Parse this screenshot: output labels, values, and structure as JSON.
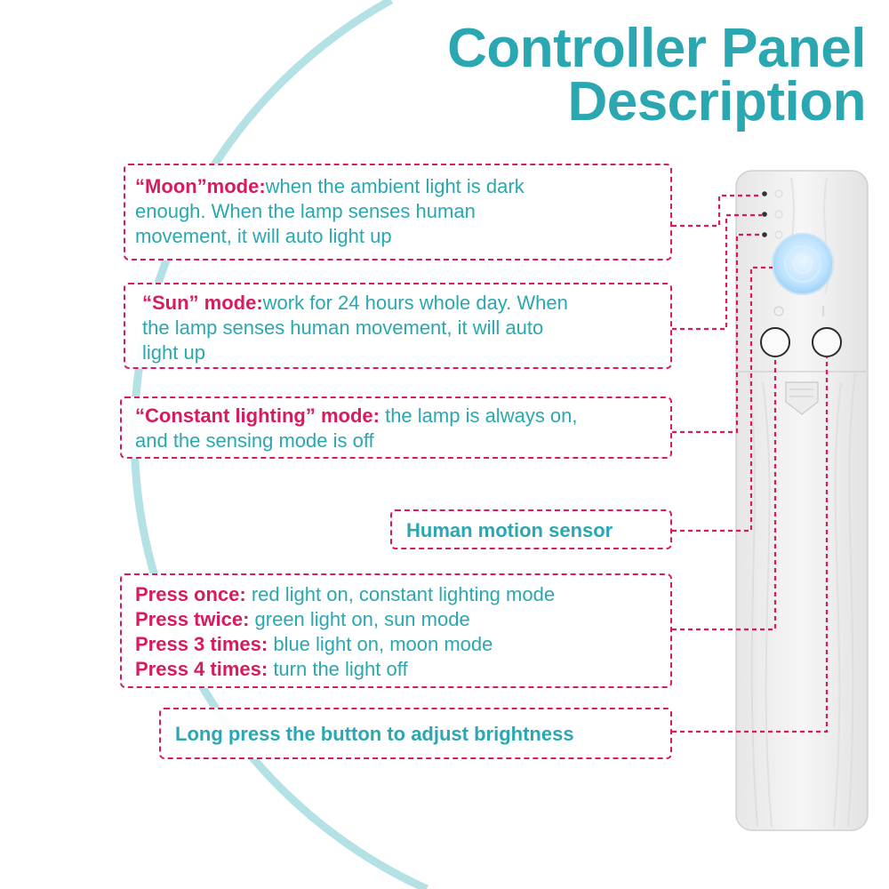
{
  "colors": {
    "title": "#2aa7b0",
    "keyword": "#d81b60",
    "body_text": "#2aa7b0",
    "dashed_border": "#d81b60",
    "arc": "#b3e1e4"
  },
  "title": {
    "line1": "Controller Panel",
    "line2": "Description"
  },
  "callouts": {
    "moon": {
      "keyword": "“Moon”mode:",
      "line1_rest": "when the ambient light is dark",
      "line2": "enough. When the lamp senses human",
      "line3": "movement, it will auto light up"
    },
    "sun": {
      "keyword": "“Sun” mode:",
      "line1_rest": "work for 24 hours whole day. When",
      "line2": "the lamp senses human movement, it will auto",
      "line3": "light up"
    },
    "constant": {
      "keyword": "“Constant lighting” mode:",
      "line1_rest": " the lamp is always on,",
      "line2": "and the sensing mode is off"
    },
    "sensor": {
      "label": "Human motion sensor"
    },
    "press": {
      "items": [
        {
          "keyword": "Press once:",
          "text": " red light on, constant lighting mode"
        },
        {
          "keyword": "Press twice:",
          "text": " green light on, sun mode"
        },
        {
          "keyword": "Press 3 times:",
          "text": " blue light on, moon mode"
        },
        {
          "keyword": "Press 4 times:",
          "text": " turn the light off"
        }
      ]
    },
    "long_press": {
      "label": "Long press the button to adjust brightness"
    }
  },
  "device": {
    "indicator_icons": [
      "moon-icon",
      "sun-icon",
      "bulb-icon"
    ],
    "sensor_icon": "motion-sensor-lens",
    "buttons": [
      "mode-button",
      "brightness-button"
    ]
  }
}
